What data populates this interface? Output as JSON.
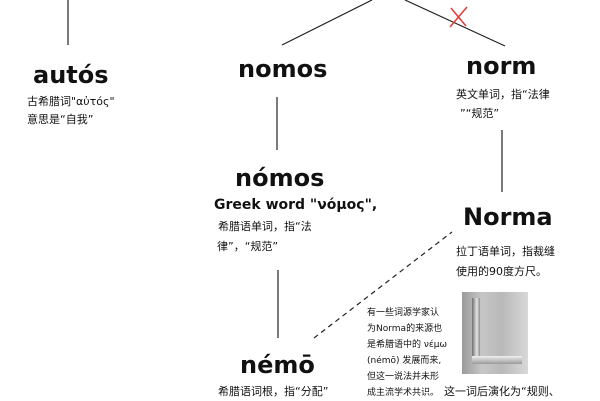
{
  "nodes": {
    "autos": {
      "heading": "autós",
      "line1": "古希腊词\"αὐτός\"",
      "line2": "意思是“自我”"
    },
    "nomos_top": {
      "heading": "nomos"
    },
    "norm": {
      "heading": "norm",
      "line1": "英文单词，指“法律",
      "line2": "”“规范”"
    },
    "nomos_greek": {
      "heading": "nómos",
      "line1": "Greek word \"νόμος\",",
      "line2": "希腊语单词，指“法",
      "line3": "律”，“规范”"
    },
    "norma": {
      "heading": "Norma",
      "line1": "拉丁语单词，指裁缝",
      "line2": "使用的90度方尺。"
    },
    "nemo": {
      "heading": "némō",
      "line1": "希腊语词根，指“分配”"
    },
    "note": {
      "lines": [
        "有一些词源学家认",
        "为Norma的来源也",
        "是希腊语中的 νέμω",
        "(némō) 发展而来,",
        "但这一说法并未形",
        "成主流学术共识。"
      ]
    },
    "bottom_caption": "这一词后演化为“规则、"
  },
  "colors": {
    "line": "#222222",
    "cross": "#e53935"
  }
}
